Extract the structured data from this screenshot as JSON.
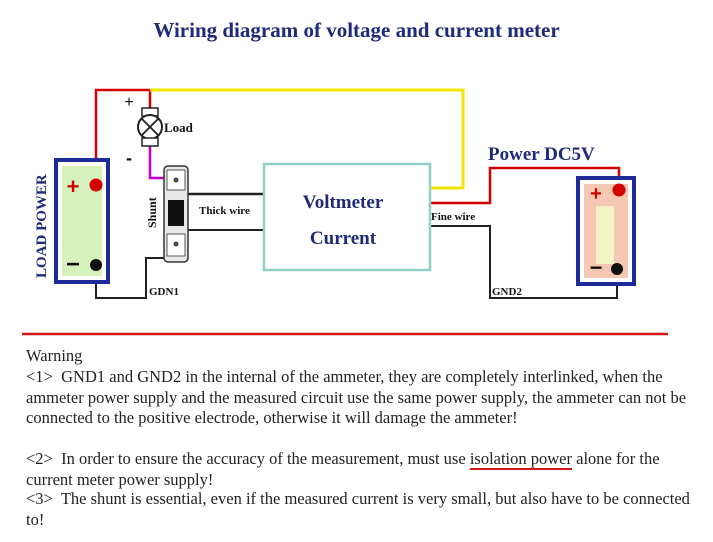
{
  "title": "Wiring diagram of voltage and current meter",
  "diagram": {
    "load_power_label": "LOAD POWER",
    "lamp_label": "Load",
    "plus_sign": "+",
    "minus_sign": "-",
    "shunt_label": "Shunt",
    "thick_wire_label": "Thick wire",
    "meter_voltmeter_label": "Voltmeter",
    "meter_current_label": "Current",
    "fine_wire_label": "Fine wire",
    "power_label": "Power DC5V",
    "gnd1_label": "GDN1",
    "gnd2_label": "GND2",
    "battery_plus": "+",
    "battery_minus": "−"
  },
  "warning": {
    "heading": "Warning",
    "item1_prefix": "<1>",
    "item1_text": "GND1 and GND2 in the internal of the ammeter, they are completely interlinked, when the ammeter power supply and the measured circuit use the same power supply, the ammeter can not be connected to the positive electrode, otherwise it will damage the ammeter!",
    "item2_prefix": "<2>",
    "item2_text_before": "In order to ensure the accuracy of the measurement, must use",
    "item2_highlight": "isolation power",
    "item2_text_after": "alone for the current meter power supply!",
    "item3_prefix": "<3>",
    "item3_text": "The shunt is essential, even if the measured current is very small, but also have to be connected to!"
  },
  "colors": {
    "wire_red": "#d40000",
    "wire_yellow": "#f2e500",
    "wire_black": "#222222",
    "wire_magenta": "#c000c8",
    "battery_border": "#1c2a9a",
    "battery_fill": "#a6e06a",
    "power_battery_fill": "#f3b69a",
    "divider": "#d21818",
    "title": "#1f2a7a"
  }
}
